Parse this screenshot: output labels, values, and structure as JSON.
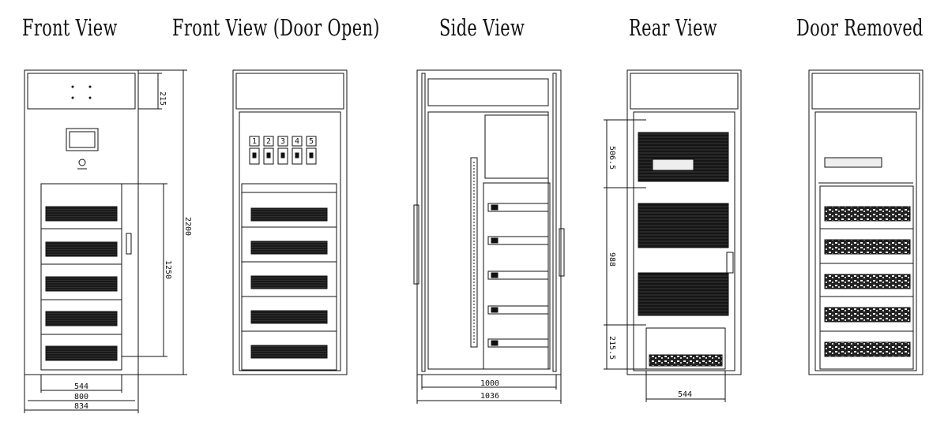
{
  "titles": {
    "front": "Front View",
    "front_open": "Front View (Door Open)",
    "side": "Side View",
    "rear": "Rear View",
    "removed": "Door Removed"
  },
  "dimensions": {
    "front_top_height": "215",
    "front_total_height": "2200",
    "front_module_height": "1250",
    "front_module_width": "544",
    "front_cabinet_width": "800",
    "front_overall_width": "834",
    "side_depth": "1000",
    "side_overall_depth": "1036",
    "rear_fan_height": "506.5",
    "rear_gap_height": "988",
    "rear_bottom_height": "215.5",
    "rear_bottom_width": "544"
  },
  "breaker_labels": [
    "1",
    "2",
    "3",
    "4",
    "5"
  ],
  "colors": {
    "line": "#111111",
    "fill_dark": "#1a1a1a",
    "background": "#ffffff"
  }
}
